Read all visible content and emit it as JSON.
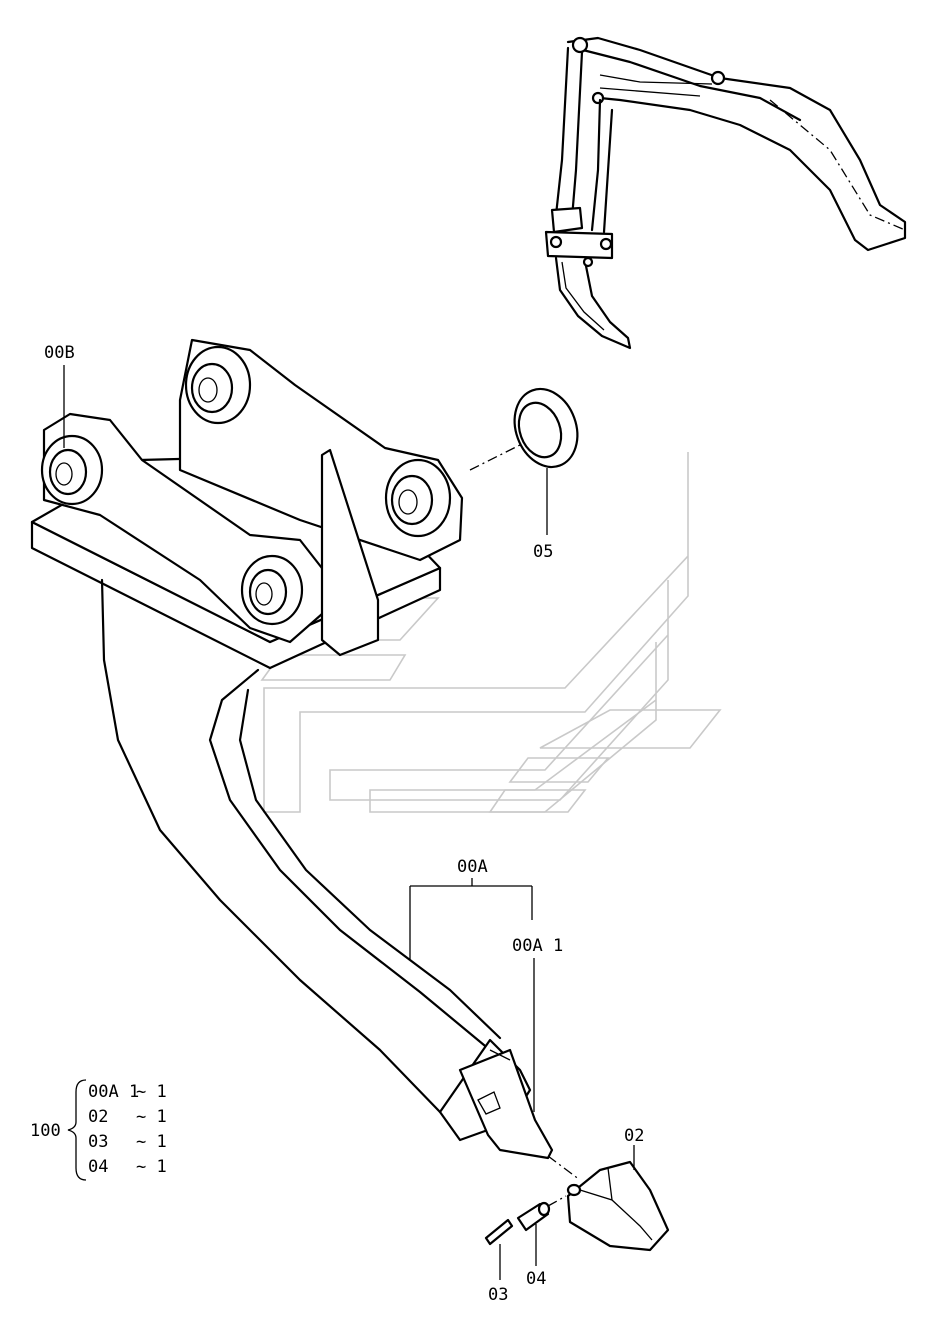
{
  "diagram": {
    "labels": {
      "bracket": "00B",
      "ring": "05",
      "shank": "00A",
      "shank_sub": "00A 1",
      "tooth": "02",
      "pin": "03",
      "lock": "04",
      "kit": "100"
    },
    "kit_list": [
      {
        "part": "00A 1",
        "qty": "~ 1"
      },
      {
        "part": "02",
        "qty": "~ 1"
      },
      {
        "part": "03",
        "qty": "~ 1"
      },
      {
        "part": "04",
        "qty": "~ 1"
      }
    ]
  }
}
